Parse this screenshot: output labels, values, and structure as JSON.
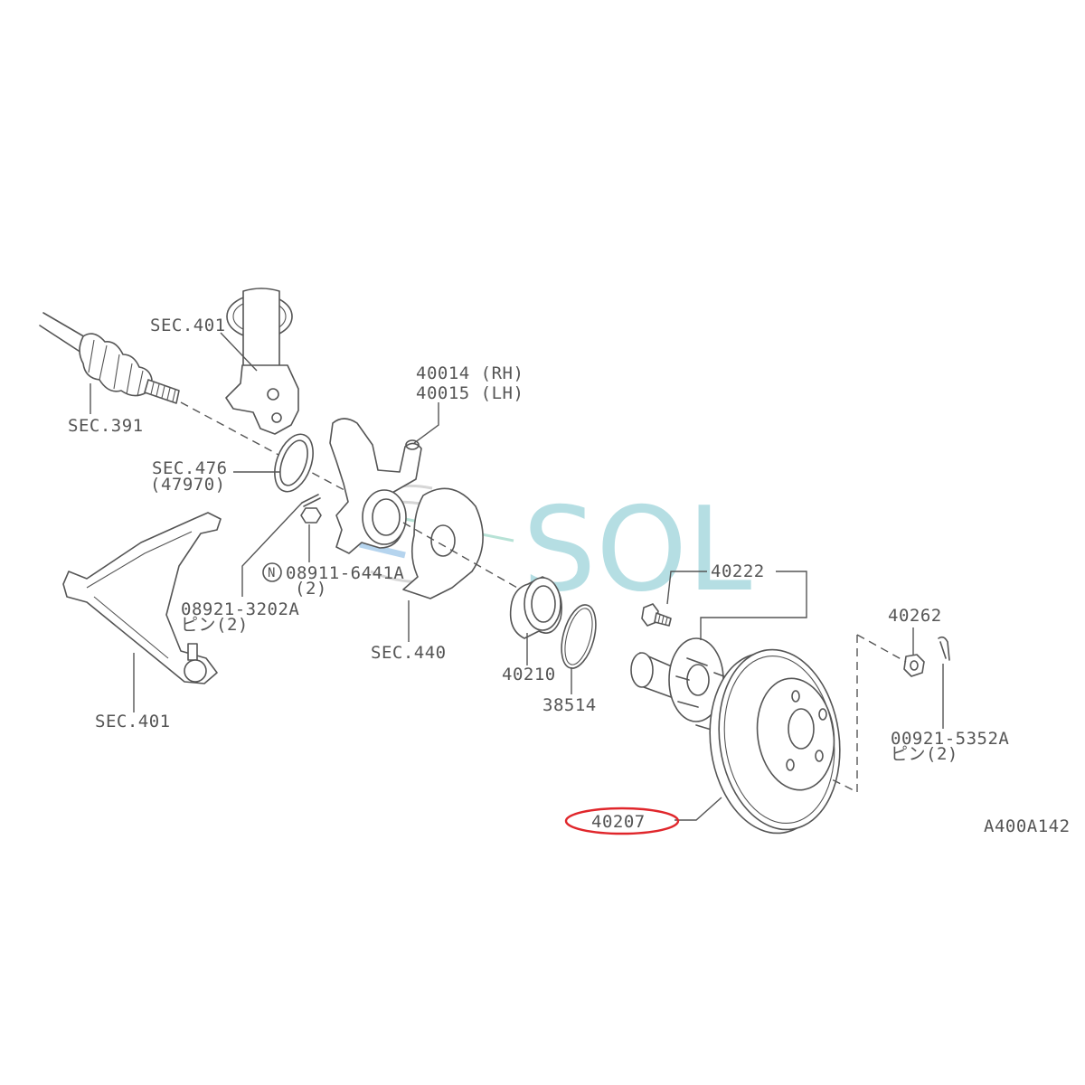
{
  "labels": {
    "sec401_strut": "SEC.401",
    "sec391": "SEC.391",
    "knuckle_rh": "40014 (RH)",
    "knuckle_lh": "40015 (LH)",
    "sec476": "SEC.476",
    "sec476_sub": "(47970)",
    "nut_symbol": "N",
    "nut_part": "08911-6441A",
    "nut_qty": "(2)",
    "pin1_part": "08921-3202A",
    "pin1_qty": "ピン(2)",
    "sec440": "SEC.440",
    "sec401_arm": "SEC.401",
    "bearing": "40210",
    "snap_ring": "38514",
    "hub_bolt": "40222",
    "disc_nut": "40262",
    "pin2_part": "00921-5352A",
    "pin2_qty": "ピン(2)",
    "disc_rotor": "40207",
    "figure_code": "A400A142"
  },
  "watermark": {
    "text": "SOL"
  },
  "colors": {
    "line": "#555555",
    "highlight": "#e0262b",
    "watermark": "#a9d9df",
    "watermark_grey": "#c8c8c8",
    "watermark_blue": "#9cc6e8",
    "watermark_teal": "#9fd8c8",
    "background": "#ffffff"
  }
}
